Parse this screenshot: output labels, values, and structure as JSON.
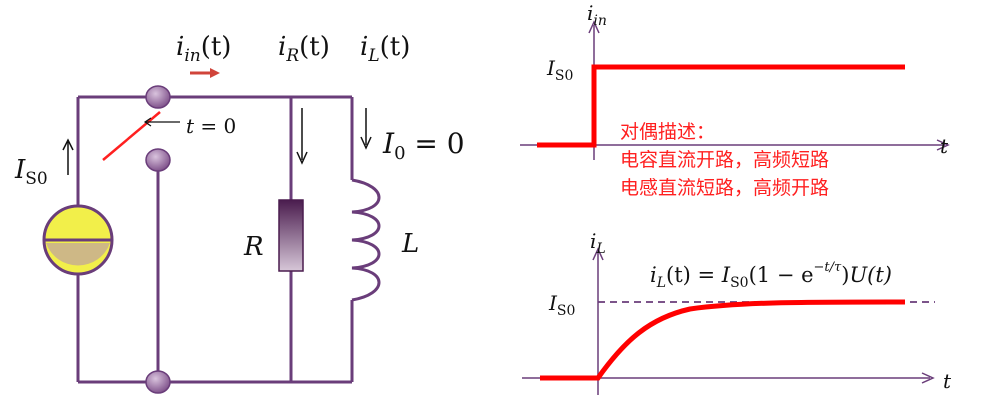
{
  "circuit": {
    "current_labels": {
      "i_in": {
        "base": "i",
        "sub": "in",
        "arg": "(t)"
      },
      "i_R": {
        "base": "i",
        "sub": "R",
        "arg": "(t)"
      },
      "i_L": {
        "base": "i",
        "sub": "L",
        "arg": "(t)"
      }
    },
    "source_label": {
      "base": "I",
      "sub": "S0"
    },
    "switch_time": {
      "var": "t",
      "rest": " = 0"
    },
    "initial_current": {
      "base": "I",
      "sub": "0",
      "rest": " = 0"
    },
    "resistor_label": "R",
    "inductor_label": "L",
    "colors": {
      "wire": "#6a3d7a",
      "source_fill": "#f2ef4a",
      "resistor_fill": "#5a2a5e",
      "switch": "#ff2020",
      "arrow": "#d0443a"
    }
  },
  "top_plot": {
    "y_axis": {
      "base": "i",
      "sub": "in"
    },
    "x_axis": "t",
    "level": {
      "base": "I",
      "sub": "S0"
    },
    "note_lines": [
      "对偶描述：",
      "电容直流开路，高频短路",
      "电感直流短路，高频开路"
    ],
    "trace_color": "#ff0000"
  },
  "bottom_plot": {
    "y_axis": {
      "base": "i",
      "sub": "L"
    },
    "x_axis": "t",
    "level": {
      "base": "I",
      "sub": "S0"
    },
    "formula": {
      "lhs_base": "i",
      "lhs_sub": "L",
      "lhs_arg": "(t) = ",
      "mid_base": "I",
      "mid_sub": "S0",
      "paren_open": "(1 − e",
      "exp": "−t/τ",
      "paren_close": ")",
      "tail": "U(t)"
    },
    "trace_color": "#ff0000"
  }
}
